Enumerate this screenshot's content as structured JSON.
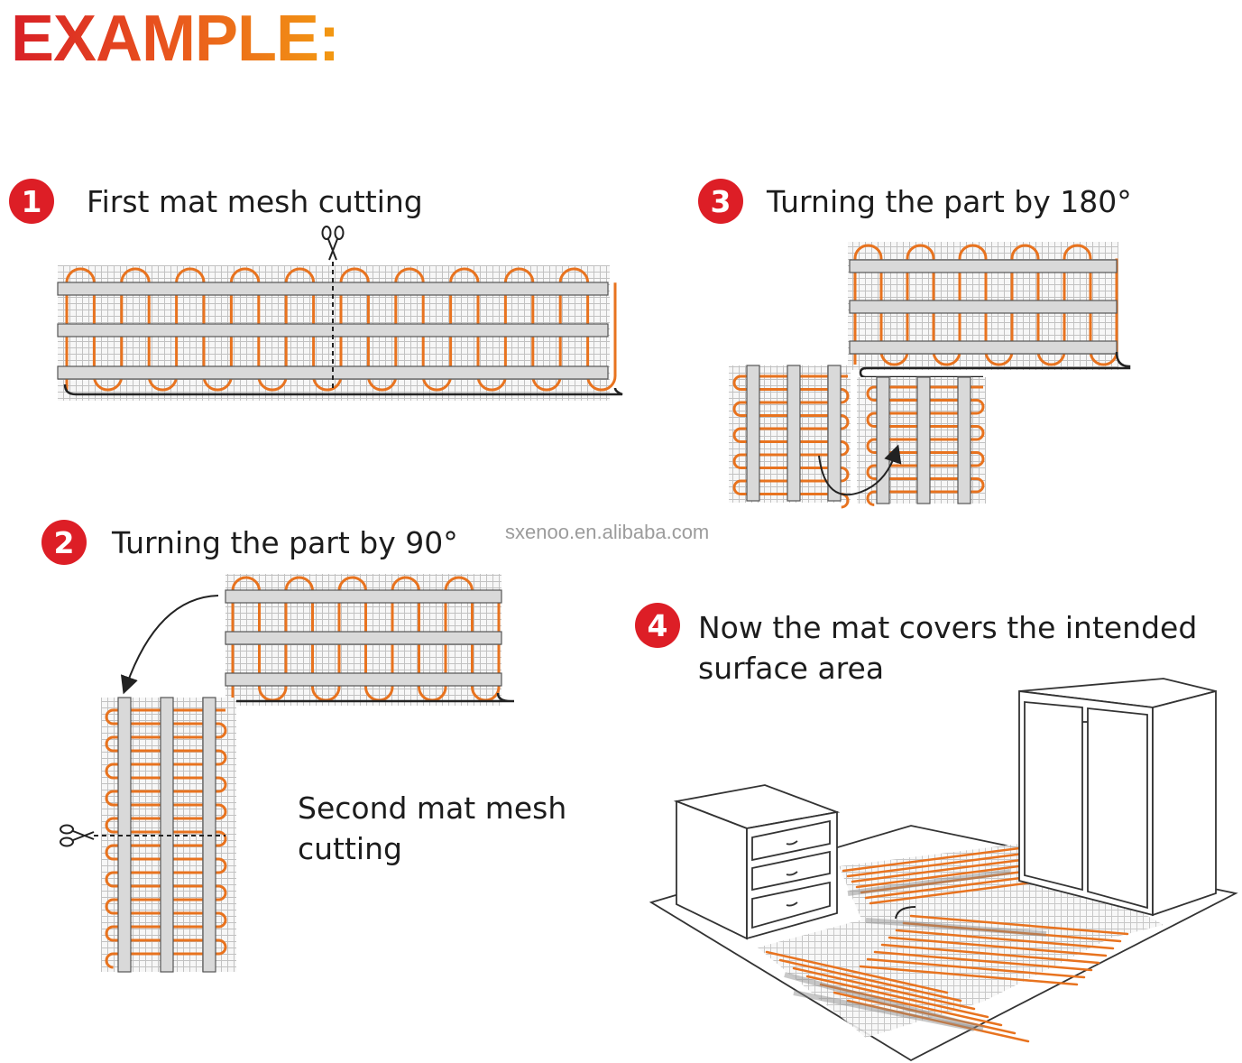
{
  "title": "EXAMPLE:",
  "watermark": "sxenoo.en.alibaba.com",
  "steps": [
    {
      "number": "1",
      "label": "First mat mesh cutting"
    },
    {
      "number": "2",
      "label": "Turning the part by 90°"
    },
    {
      "number": "3",
      "label": "Turning the part by 180°"
    },
    {
      "number": "4",
      "label_line1": "Now the mat covers the intended",
      "label_line2": "surface area"
    }
  ],
  "second_cut": {
    "line1": "Second mat mesh",
    "line2": "cutting"
  },
  "colors": {
    "accent_red": "#dd1e26",
    "heating_cable": "#e8731f",
    "tape": "#d9d9d9",
    "outline": "#222222",
    "mesh": "#bdbdbd"
  },
  "icons": [
    "scissors-icon",
    "rotate-arrow-icon"
  ]
}
